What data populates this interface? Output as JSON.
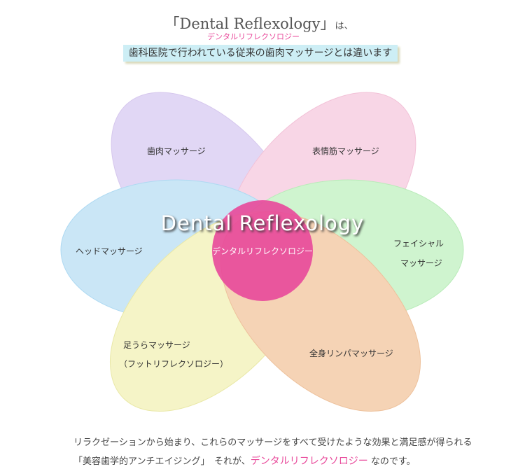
{
  "header": {
    "title": "「Dental Reflexology」",
    "title_suffix": "は、",
    "reading": "デンタルリフレクソロジー",
    "banner": "歯科医院で行われている従来の歯肉マッサージとは違います"
  },
  "diagram": {
    "center": {
      "title": "Dental Reflexology",
      "subtitle": "デンタルリフレクソロジー",
      "color": "#e8489a"
    },
    "petals": [
      {
        "label": "歯肉マッサージ",
        "color": "#c9b8ee"
      },
      {
        "label": "表情筋マッサージ",
        "color": "#f4b6d2"
      },
      {
        "label": "ヘッドマッサージ",
        "color": "#9fd3f0"
      },
      {
        "label_line1": "フェイシャル",
        "label_line2": "マッサージ",
        "color": "#a8eca8"
      },
      {
        "label_line1": "足うらマッサージ",
        "label_line2": "（フットリフレクソロジー）",
        "color": "#eeec9a"
      },
      {
        "label": "全身リンパマッサージ",
        "color": "#eeb07a"
      }
    ]
  },
  "footer": {
    "line1": "リラクゼーションから始まり、これらのマッサージをすべて受けたような効果と満足感が得られる",
    "line2_a": "「美容歯学的アンチエイジング」　それが、",
    "line2_highlight": "デンタルリフレクソロジー",
    "line2_b": " なのです。"
  }
}
